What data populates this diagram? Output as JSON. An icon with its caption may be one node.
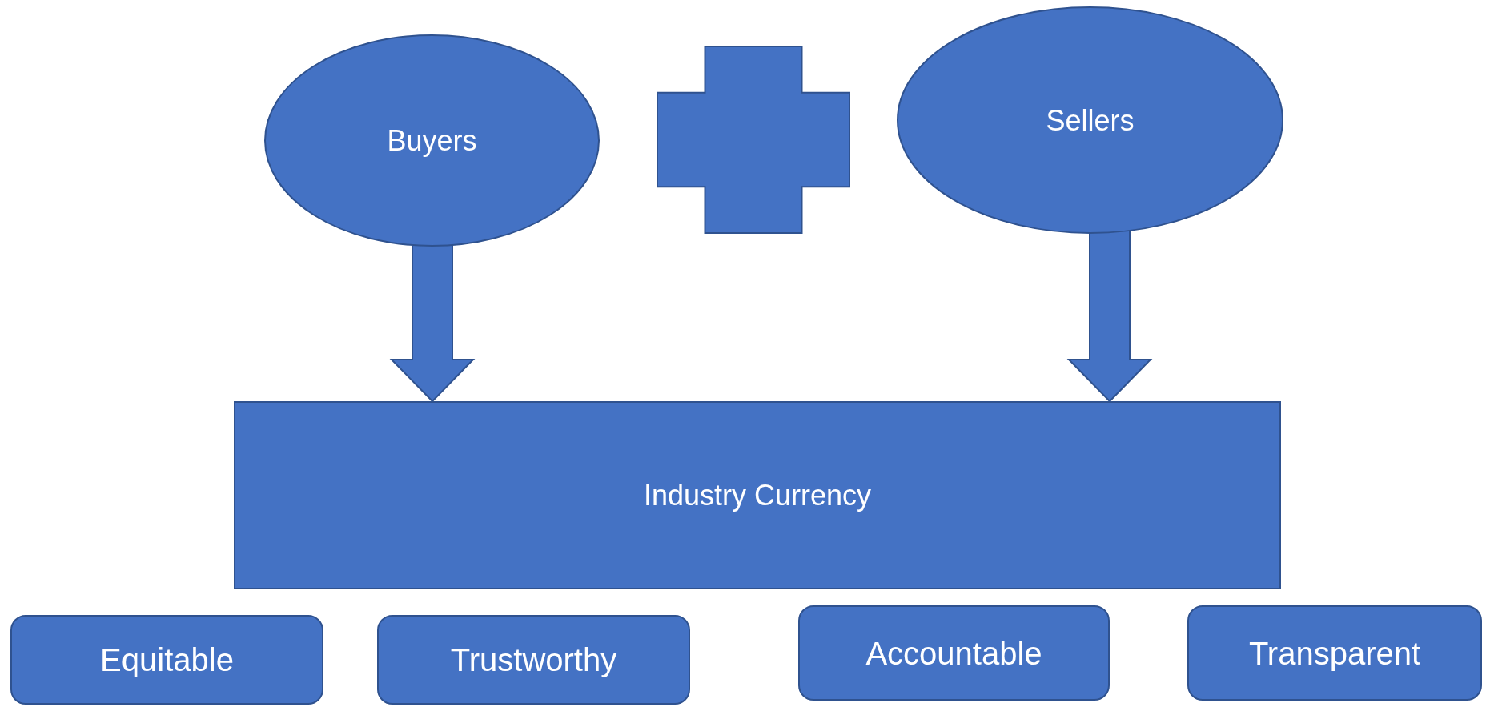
{
  "diagram": {
    "nodes": [
      {
        "text": [
          "Buyers"
        ]
      },
      {
        "text": [],
        "shape": "plus"
      },
      {
        "text": [
          "Sellers"
        ]
      },
      {
        "text": [
          "Industry Currency"
        ]
      },
      {
        "text": [
          "Equitable"
        ]
      },
      {
        "text": [
          "Trustworthy"
        ]
      },
      {
        "text": [
          "Accountable"
        ]
      },
      {
        "text": [
          "Transparent"
        ]
      }
    ],
    "edges": [
      {
        "from": 0,
        "to": 3,
        "arrow": "to"
      },
      {
        "from": 2,
        "to": 3,
        "arrow": "to"
      }
    ]
  }
}
